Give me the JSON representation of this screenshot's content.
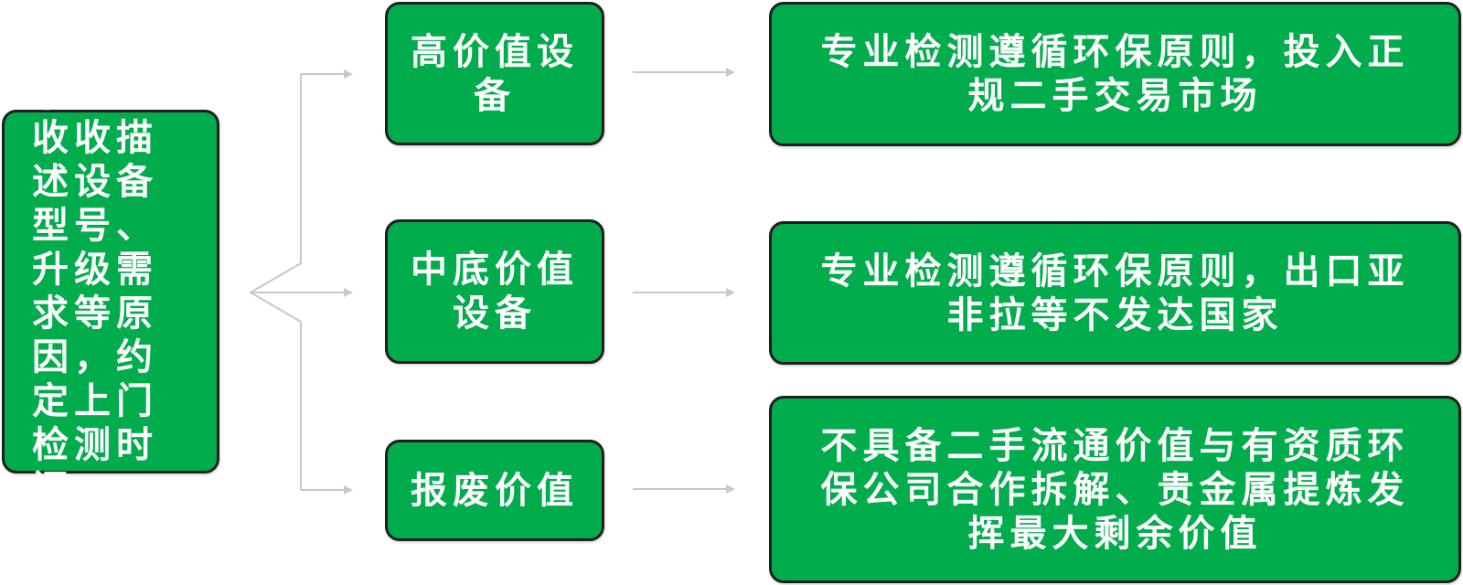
{
  "source": {
    "text": "联系企收收描述设备型号、升级需求等原因，约定上门检测时间"
  },
  "categories": [
    {
      "label": "高价值设备",
      "result": "专业检测遵循环保原则，投入正规二手交易市场"
    },
    {
      "label": "中底价值设备",
      "result": "专业检测遵循环保原则，出口亚非拉等不发达国家"
    },
    {
      "label": "报废价值",
      "result": "不具备二手流通价值与有资质环保公司合作拆解、贵金属提炼发挥最大剩余价值"
    }
  ],
  "colors": {
    "box_fill": "#00ac4b",
    "box_border": "#1f1f1f",
    "text": "#ffffff",
    "connector": "#c8c8c8"
  }
}
